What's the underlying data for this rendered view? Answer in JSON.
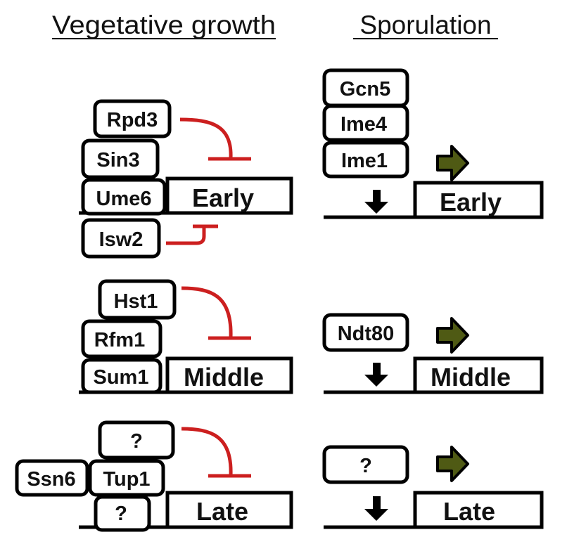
{
  "headings": {
    "vegetative": "Vegetative growth",
    "sporulation": "Sporulation"
  },
  "vegetative": {
    "early": {
      "gene": "Early",
      "proteins": [
        "Rpd3",
        "Sin3",
        "Ume6",
        "Isw2"
      ]
    },
    "middle": {
      "gene": "Middle",
      "proteins": [
        "Hst1",
        "Rfm1",
        "Sum1"
      ]
    },
    "late": {
      "gene": "Late",
      "proteins": [
        "?",
        "Ssn6",
        "Tup1",
        "?"
      ]
    }
  },
  "sporulation": {
    "early": {
      "gene": "Early",
      "proteins": [
        "Gcn5",
        "Ime4",
        "Ime1"
      ]
    },
    "middle": {
      "gene": "Middle",
      "proteins": [
        "Ndt80"
      ]
    },
    "late": {
      "gene": "Late",
      "proteins": [
        "?"
      ]
    }
  },
  "colors": {
    "repression": "#cc1f1f",
    "activation_arrow": "#4f5a14",
    "outline": "#000000",
    "text": "#111111"
  },
  "icons": {
    "repression": "t-bar-inhibition-icon",
    "activation": "block-arrow-right-icon",
    "binding": "down-arrow-icon"
  }
}
